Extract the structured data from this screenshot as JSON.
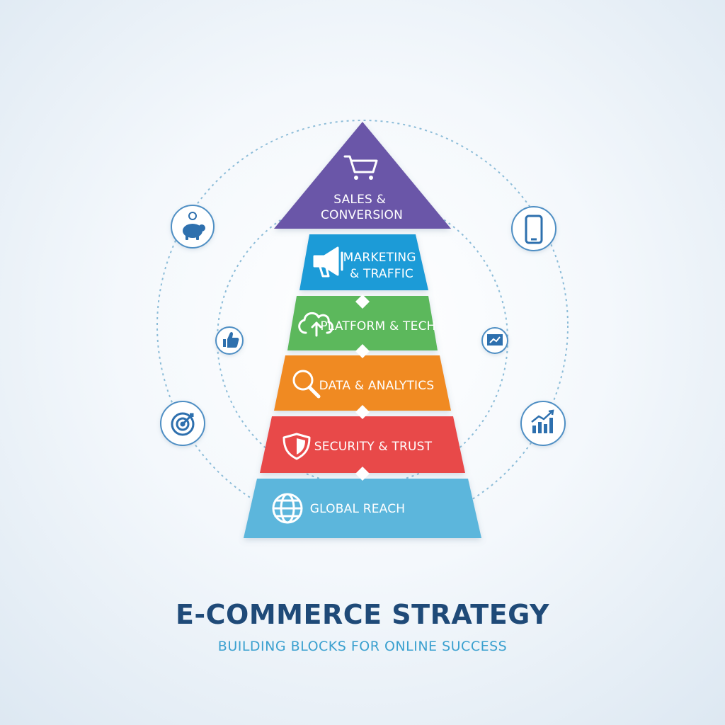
{
  "title": "E-COMMERCE STRATEGY",
  "subtitle": "BUILDING BLOCKS FOR ONLINE SUCCESS",
  "layers": [
    {
      "lines": [
        "SALES &",
        "CONVERSION"
      ],
      "icon": "shopping-cart-icon",
      "color": "#6b57a8"
    },
    {
      "lines": [
        "MARKETING",
        "& TRAFFIC"
      ],
      "icon": "megaphone-icon",
      "color": "#1f9bd7"
    },
    {
      "lines": [
        "PLATFORM & TECH"
      ],
      "icon": "cloud-upload-icon",
      "color": "#5cb85c"
    },
    {
      "lines": [
        "DATA & ANALYTICS"
      ],
      "icon": "magnifier-icon",
      "color": "#f08a24"
    },
    {
      "lines": [
        "SECURITY & TRUST"
      ],
      "icon": "shield-icon",
      "color": "#e84a4a"
    },
    {
      "lines": [
        "GLOBAL REACH"
      ],
      "icon": "globe-icon",
      "color": "#5bb6dc"
    }
  ],
  "orbit_icons": [
    "piggy-bank-icon",
    "smartphone-icon",
    "thumbs-up-icon",
    "presentation-screen-icon",
    "target-icon",
    "growth-chart-icon"
  ],
  "colors": {
    "title": "#1f4a78",
    "subtitle": "#3aa0cf",
    "icon_stroke": "#2f6fae",
    "orbit": "#8cbcd8"
  }
}
